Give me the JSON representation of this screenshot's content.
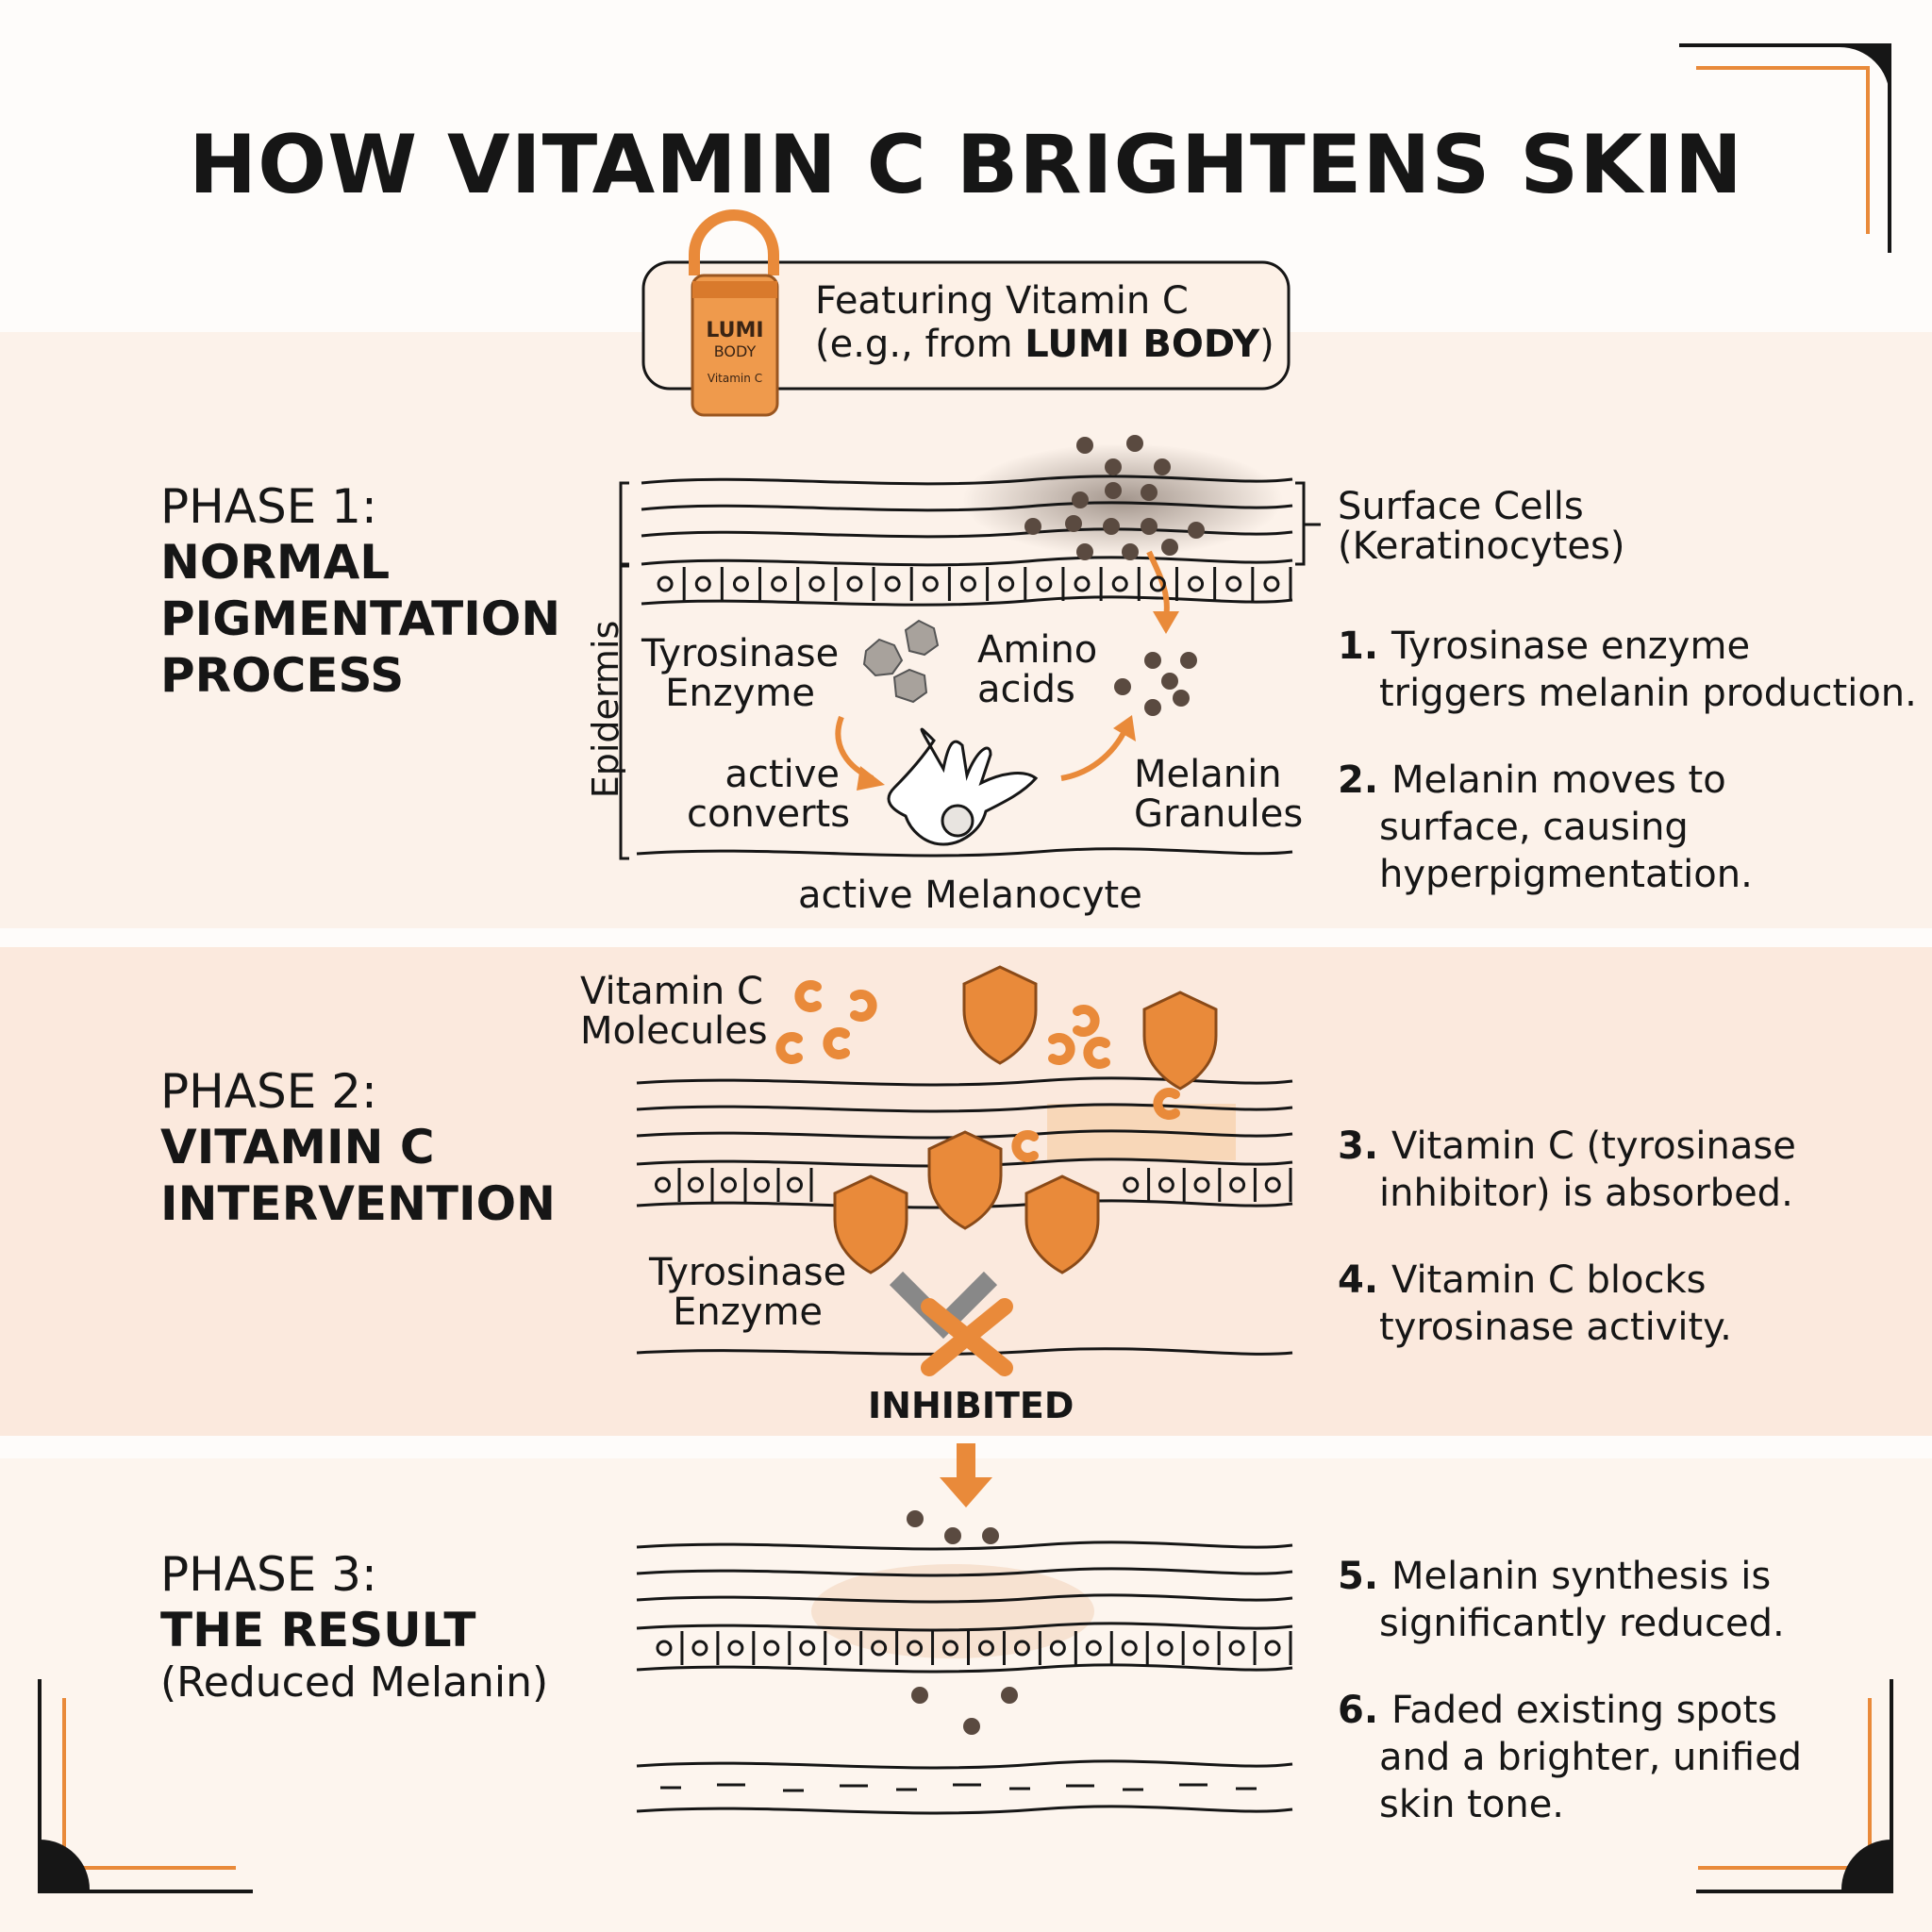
{
  "title": "HOW VITAMIN C BRIGHTENS SKIN",
  "badge": {
    "line1": "Featuring Vitamin C",
    "line2_prefix": "(e.g., from ",
    "line2_brand": "LUMI BODY",
    "line2_suffix": ")",
    "bottle": {
      "brand_top": "LUMI",
      "brand_bottom": "BODY",
      "product": "Vitamin C"
    }
  },
  "phases": [
    {
      "number": "PHASE 1:",
      "heading": [
        "NORMAL",
        "PIGMENTATION",
        "PROCESS"
      ],
      "subheading": ""
    },
    {
      "number": "PHASE 2:",
      "heading": [
        "VITAMIN C",
        "INTERVENTION"
      ],
      "subheading": ""
    },
    {
      "number": "PHASE 3:",
      "heading": [
        "THE RESULT"
      ],
      "subheading": "(Reduced Melanin)"
    }
  ],
  "phase1_labels": {
    "epidermis": "Epidermis",
    "surface_cells": [
      "Surface Cells",
      "(Keratinocytes)"
    ],
    "tyrosinase": [
      "Tyrosinase",
      "Enzyme"
    ],
    "amino": [
      "Amino",
      "acids"
    ],
    "active_converts": [
      "active",
      "converts"
    ],
    "melanin_granules": [
      "Melanin",
      "Granules"
    ],
    "melanocyte": "active Melanocyte"
  },
  "phase2_labels": {
    "vitc_molecules": [
      "Vitamin C",
      "Molecules"
    ],
    "tyrosinase": [
      "Tyrosinase",
      "Enzyme"
    ],
    "inhibited": "INHIBITED"
  },
  "steps": [
    {
      "num": "1.",
      "lines": [
        "Tyrosinase enzyme",
        "triggers melanin production."
      ]
    },
    {
      "num": "2.",
      "lines": [
        "Melanin moves to",
        "surface, causing",
        "hyperpigmentation."
      ]
    },
    {
      "num": "3.",
      "lines": [
        "Vitamin C (tyrosinase",
        "inhibitor) is absorbed."
      ]
    },
    {
      "num": "4.",
      "lines": [
        "Vitamin C blocks",
        "tyrosinase activity."
      ]
    },
    {
      "num": "5.",
      "lines": [
        "Melanin synthesis is",
        "significantly reduced."
      ]
    },
    {
      "num": "6.",
      "lines": [
        "Faded existing spots",
        "and a brighter, unified",
        "skin tone."
      ]
    }
  ],
  "colors": {
    "accent": "#e98a3a",
    "ink": "#161616",
    "melanin": "#5a4a40",
    "band": "#fcefe5",
    "band2": "#fbe7da"
  }
}
